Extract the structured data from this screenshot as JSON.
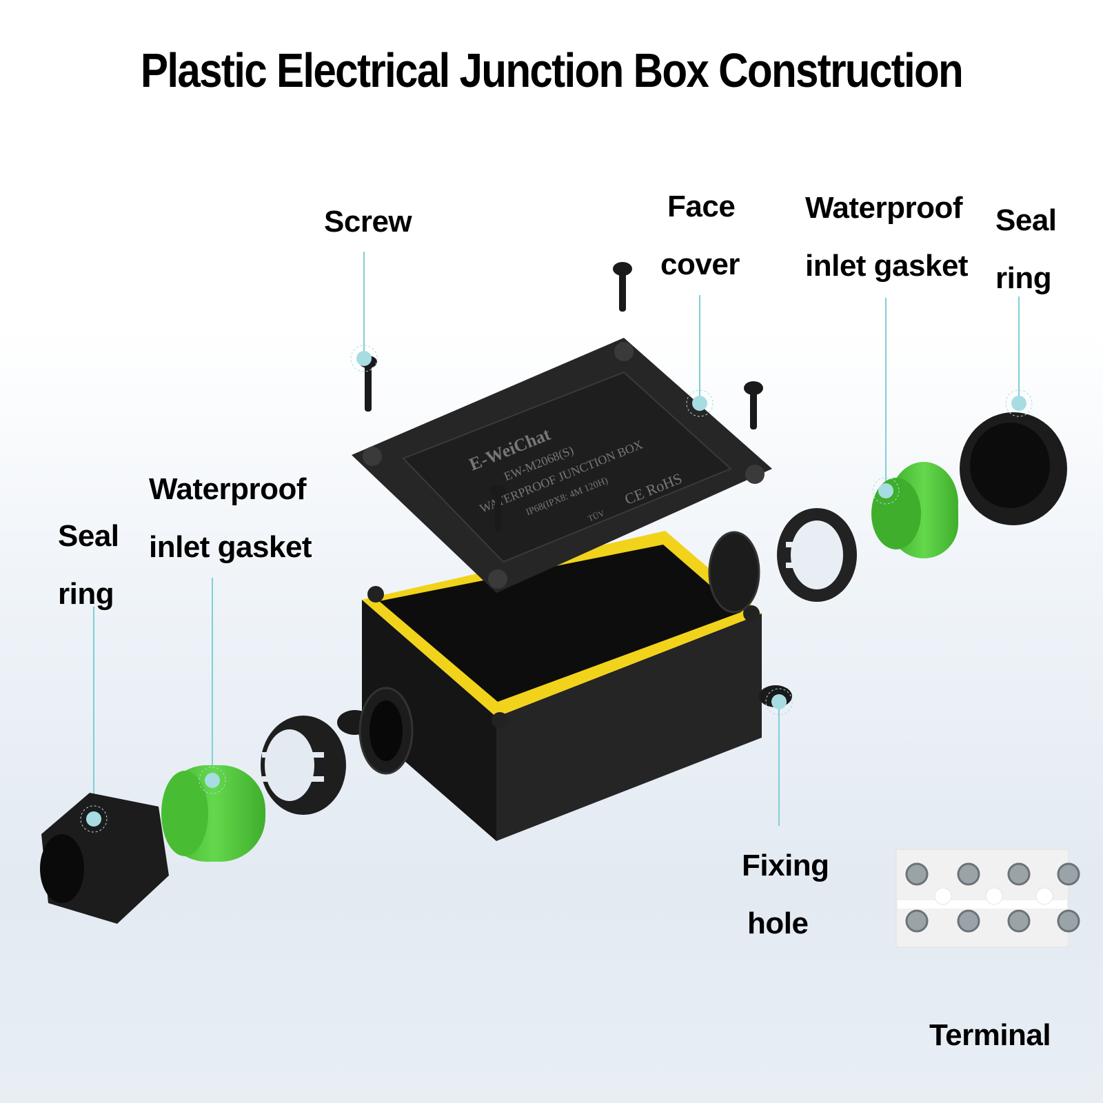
{
  "title": "Plastic Electrical Junction Box Construction",
  "labels": {
    "screw": [
      "Screw"
    ],
    "face_cover": [
      "Face",
      "cover"
    ],
    "gasket_right": [
      "Waterproof",
      "inlet gasket"
    ],
    "seal_ring_right": [
      "Seal",
      "ring"
    ],
    "gasket_left": [
      "Waterproof",
      "inlet gasket"
    ],
    "seal_ring_left": [
      "Seal",
      "ring"
    ],
    "fixing_hole": [
      "Fixing",
      "hole"
    ],
    "terminal": [
      "Terminal"
    ]
  },
  "cover_print": {
    "brand": "E-WeiChat",
    "model": "EW-M2068(S)",
    "line1": "WATERPROOF JUNCTION BOX",
    "line2": "IP68(IPX8: 4M 120H)",
    "marks": "CE RoHS",
    "tuv": "TÜV"
  },
  "colors": {
    "body": "#1c1c1c",
    "seal_frame": "#f2d31b",
    "gasket_green": "#4fc73a",
    "callout": "#7ecfd6",
    "terminal": "#f1f1f1"
  }
}
